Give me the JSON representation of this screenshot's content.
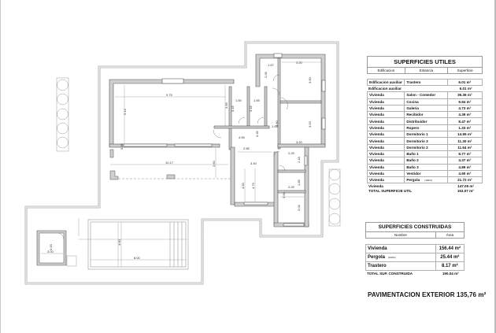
{
  "superficies_utiles": {
    "title": "SUPERFICIES UTILES",
    "headers": [
      "Edificacion",
      "Estancia",
      "Superficie"
    ],
    "auxiliary_rows": [
      {
        "edificacion": "Edificacion auxiliar",
        "estancia": "Trastero",
        "superficie": "6.01 m²"
      },
      {
        "edificacion": "Edificacion auxiliar",
        "estancia": "",
        "superficie": "6.01 m²"
      }
    ],
    "rows": [
      {
        "edificacion": "Vivienda",
        "estancia": "Salon - Comedor",
        "superficie": "36.36 m²"
      },
      {
        "edificacion": "Vivienda",
        "estancia": "Cocina",
        "superficie": "9.94 m²"
      },
      {
        "edificacion": "Vivienda",
        "estancia": "Galeria",
        "superficie": "4.73 m²"
      },
      {
        "edificacion": "Vivienda",
        "estancia": "Recibidor",
        "superficie": "4.39 m²"
      },
      {
        "edificacion": "Vivienda",
        "estancia": "Distribuidor",
        "superficie": "8.47 m²"
      },
      {
        "edificacion": "Vivienda",
        "estancia": "Ropero",
        "superficie": "1.33 m²"
      },
      {
        "edificacion": "Vivienda",
        "estancia": "Dormitorio 1",
        "superficie": "14.55 m²"
      },
      {
        "edificacion": "Vivienda",
        "estancia": "Dormitorio 3",
        "superficie": "11.30 m²"
      },
      {
        "edificacion": "Vivienda",
        "estancia": "Dormitorio 2",
        "superficie": "11.64 m²"
      },
      {
        "edificacion": "Vivienda",
        "estancia": "Baño 1",
        "superficie": "8.77 m²"
      },
      {
        "edificacion": "Vivienda",
        "estancia": "Baño 2",
        "superficie": "4.37 m²"
      },
      {
        "edificacion": "Vivienda",
        "estancia": "Baño 3",
        "superficie": "4.89 m²"
      },
      {
        "edificacion": "Vivienda",
        "estancia": "Vestidor",
        "superficie": "4.90 m²"
      },
      {
        "edificacion": "Vivienda",
        "estancia": "Pergola",
        "estancia_note": "(100%)",
        "superficie": "21.72 m²"
      }
    ],
    "subtotal": {
      "label": "Vivienda",
      "value": "147.05 m²"
    },
    "total": {
      "label": "TOTAL SUPERFICIE UTIL",
      "value": "153.07 m²"
    }
  },
  "superficies_construidas": {
    "title": "SUPERFICIES CONSTRUIDAS",
    "headers": [
      "Nombre",
      "Área"
    ],
    "rows": [
      {
        "nombre": "Vivienda",
        "note": "",
        "area": "156.44 m²"
      },
      {
        "nombre": "Pergola",
        "note": "(100%)",
        "area": "25.44 m²"
      },
      {
        "nombre": "Trastero",
        "note": "",
        "area": "8.17 m²"
      }
    ],
    "total": {
      "label": "TOTAL SUP. CONSTRUIDA",
      "value": "190.04 m²"
    }
  },
  "pavimentacion": {
    "label": "PAVIMENTACION EXTERIOR 135,76 m²"
  },
  "plan": {
    "dimensions": {
      "salon_width": "9.75",
      "salon_depth": "5.14",
      "salon_inner": "3.69",
      "salon_small": "0.35",
      "terrace_width": "10.17",
      "terrace_depth": "2.60",
      "bano_a_width": "1.50",
      "bano_a_depth": "3.15",
      "bano_b_width": "1.55",
      "bano_b_depth": "3.15",
      "hall_length": "4.55",
      "hall_small": "0.35",
      "distrib_depth": "4.60",
      "distrib_width": "1.00",
      "vestidor_width": "1.67",
      "vestidor_depth": "2.06",
      "dorm1_width": "3.20",
      "dorm1_depth": "3.60",
      "dorm2_width": "3.20",
      "dorm2_depth": "3.53",
      "ropero_width": "2.85",
      "cocina_width": "3.40",
      "cocina_depth_a": "4.60",
      "cocina_depth_b": "4.73",
      "galeria_width": "2.25",
      "galeria_depth": "2.18",
      "bano3_width": "2.25",
      "bano3_depth": "1.85",
      "dorm3_depth_a": "3.56",
      "dorm3_depth_b": "3.04",
      "trastero_depth": "3.00",
      "trastero_width": "3.00",
      "pool_depth": "4.00",
      "pool_width": "8.00"
    }
  },
  "colors": {
    "wall_fill": "#c8c8c8",
    "wall_stroke": "#444444",
    "plot_line": "#9a9a9a",
    "table_border": "#9a9a9a"
  }
}
